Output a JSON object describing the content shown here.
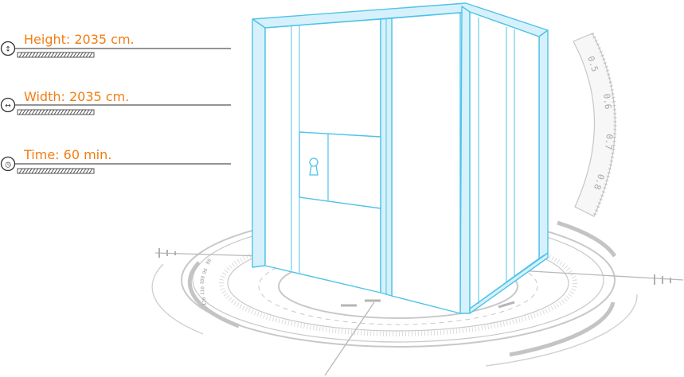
{
  "specs": [
    {
      "label": "Height: 2035 cm.",
      "icon": "vertical-arrows-icon",
      "glyph": "↕"
    },
    {
      "label": "Width: 2035 cm.",
      "icon": "horizontal-arrows-icon",
      "glyph": "↔"
    },
    {
      "label": "Time: 60 min.",
      "icon": "clock-icon",
      "glyph": "◷"
    }
  ],
  "scale": {
    "labels": [
      "0.5",
      "0.6",
      "0.7",
      "0.8"
    ],
    "ring_numbers": [
      "80",
      "90",
      "100",
      "110",
      "120"
    ]
  },
  "colors": {
    "accent": "#f27d12",
    "outline": "#4fc3e8",
    "fill": "#d6f1fb",
    "ring": "#c8c8c8"
  }
}
